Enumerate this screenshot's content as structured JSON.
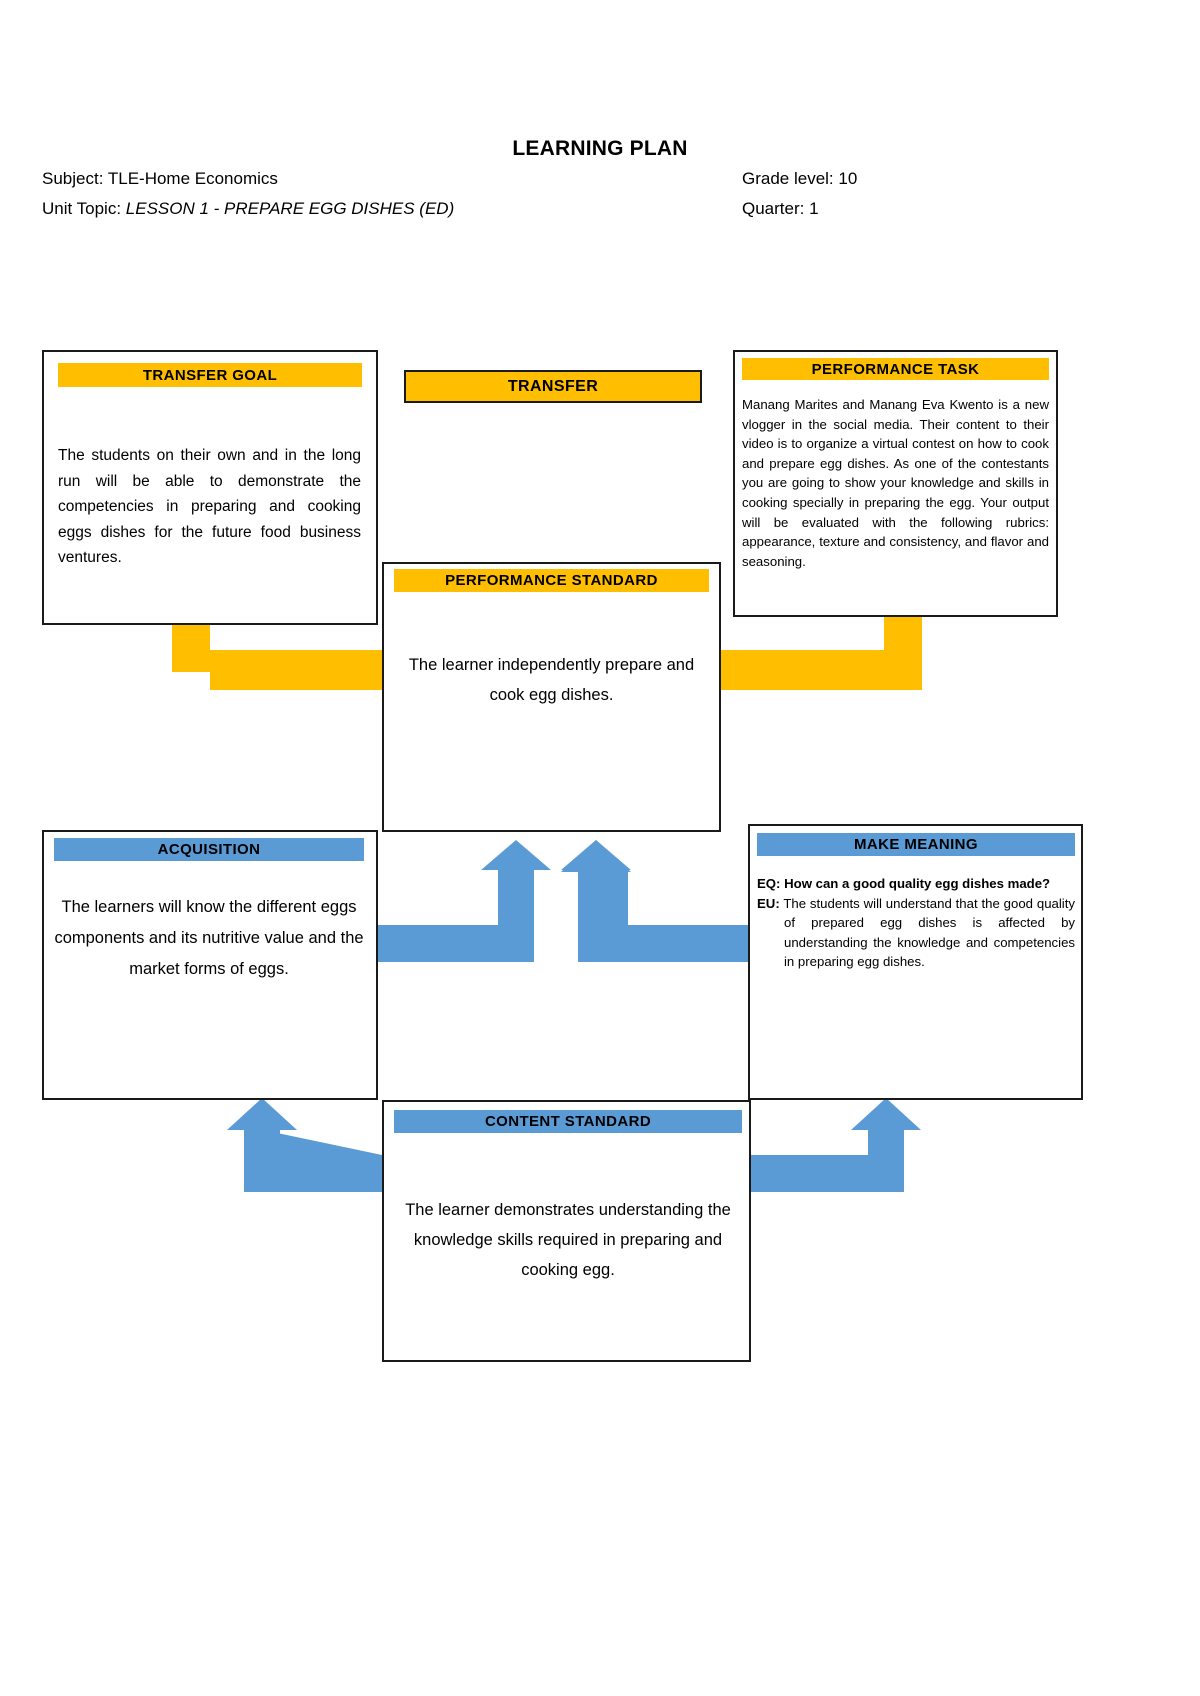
{
  "header": {
    "title": "LEARNING PLAN",
    "subject_label": "Subject:",
    "subject_value": "TLE-Home Economics",
    "unit_topic_label": "Unit Topic:",
    "unit_topic_value": "LESSON 1 - PREPARE EGG DISHES (ED)",
    "grade_level_label": "Grade level:",
    "grade_level_value": "10",
    "quarter_label": "Quarter:",
    "quarter_value": "1"
  },
  "boxes": {
    "transfer_goal": {
      "title": "TRANSFER GOAL",
      "text": "The students on their own and in the long run will be able to demonstrate the competencies in preparing and cooking eggs dishes for the future food business ventures."
    },
    "transfer": {
      "title": "TRANSFER"
    },
    "performance_task": {
      "title": "PERFORMANCE TASK",
      "text": "Manang Marites and Manang Eva Kwento is a new vlogger in the social media. Their content to their video is to organize a virtual contest on how to cook and prepare egg dishes. As one of the contestants you are going to show your knowledge and skills in cooking specially in preparing the egg. Your output will be evaluated with the following rubrics: appearance, texture and consistency, and flavor and seasoning."
    },
    "performance_standard": {
      "title": "PERFORMANCE STANDARD",
      "text": "The learner independently prepare and cook egg dishes."
    },
    "acquisition": {
      "title": "ACQUISITION",
      "text": "The learners will know the different eggs components and its nutritive value and the market forms of eggs."
    },
    "make_meaning": {
      "title": "MAKE MEANING",
      "eq_label": "EQ:",
      "eq_text": "How can a good quality egg dishes made?",
      "eu_label": "EU:",
      "eu_text": "The students will understand that the good quality of prepared egg dishes is affected by understanding the knowledge and competencies in preparing egg dishes."
    },
    "content_standard": {
      "title": "CONTENT STANDARD",
      "text": "The learner demonstrates understanding the knowledge skills required in preparing and cooking egg."
    }
  },
  "colors": {
    "yellow": "#FFBF00",
    "blue": "#5B9BD5",
    "border": "#1a1a1a"
  }
}
